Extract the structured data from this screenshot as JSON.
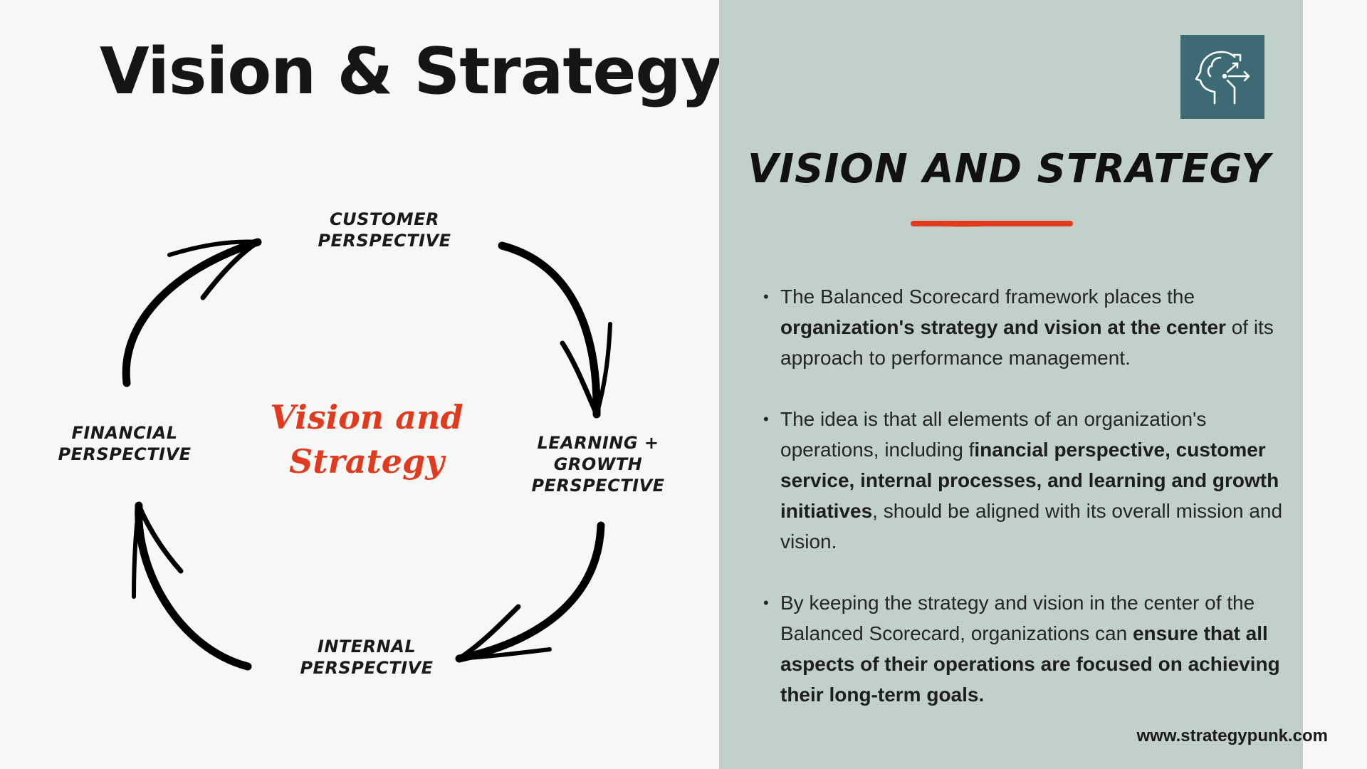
{
  "page": {
    "title": "Vision & Strategy"
  },
  "diagram": {
    "center": "Vision and\nStrategy",
    "nodes": {
      "customer": "Customer\nPerspective",
      "learning": "Learning +\nGrowth\nPerspective",
      "internal": "Internal\nPerspective",
      "financial": "Financial\nPerspective"
    },
    "arrow_color": "#000000",
    "center_color": "#e23a1f"
  },
  "panel": {
    "icon": "head-strategy-arrows-icon",
    "heading": "Vision and Strategy",
    "accent_color": "#e23a1f",
    "background": "#c1d0c8",
    "bullets": [
      {
        "parts": [
          {
            "text": "The Balanced Scorecard framework places the ",
            "bold": false
          },
          {
            "text": "organization's strategy and vision at the center",
            "bold": true
          },
          {
            "text": " of its approach to performance management.",
            "bold": false
          }
        ]
      },
      {
        "parts": [
          {
            "text": "The idea is that all elements of an organization's operations, including f",
            "bold": false
          },
          {
            "text": "inancial perspective, customer service, internal processes, and learning and growth initiatives",
            "bold": true
          },
          {
            "text": ", should be aligned with its overall mission and vision.",
            "bold": false
          }
        ]
      },
      {
        "parts": [
          {
            "text": "By keeping the strategy and vision in the center of the Balanced Scorecard, organizations can ",
            "bold": false
          },
          {
            "text": "ensure that all aspects of their operations are focused on achieving their long-term goals.",
            "bold": true
          }
        ]
      }
    ]
  },
  "footer": {
    "website": "www.strategypunk.com"
  }
}
